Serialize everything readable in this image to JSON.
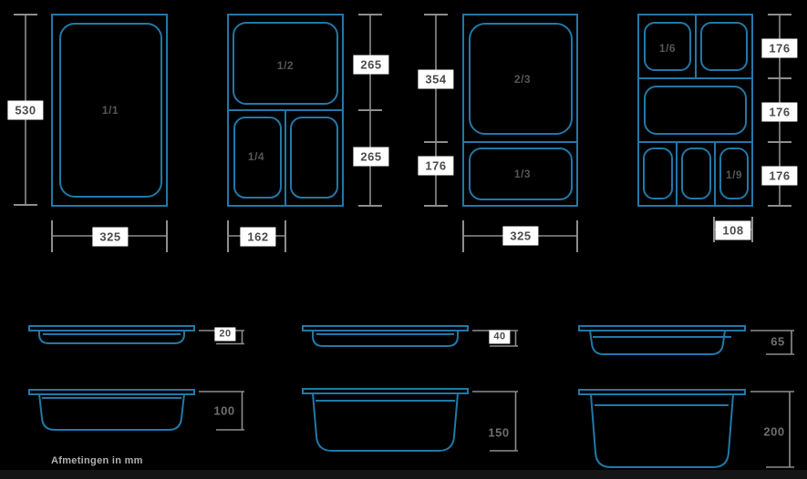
{
  "colors": {
    "background": "#000000",
    "pan_outline_blue": "#2278A8",
    "dimension_line_gray": "#8E8E8E",
    "label_box_white": "#FFFFFF",
    "label_text": "#4B4B4B",
    "pan_fraction_text": "#565656",
    "depth_label_text": "#6E6E6E",
    "footer_text": "#B2B2B2"
  },
  "top_views": {
    "full": {
      "pan_label": "1/1",
      "height": "530",
      "width": "325"
    },
    "half_quarter": {
      "pan_label_half": "1/2",
      "pan_label_quarter": "1/4",
      "heights": [
        "265",
        "265"
      ],
      "width": "162"
    },
    "two_thirds_third": {
      "pan_label_two_thirds": "2/3",
      "pan_label_third": "1/3",
      "heights": [
        "354",
        "176"
      ],
      "width": "325"
    },
    "sixth_ninth": {
      "pan_label_sixth": "1/6",
      "pan_label_ninth": "1/9",
      "heights": [
        "176",
        "176",
        "176"
      ],
      "width": "108"
    }
  },
  "side_views": {
    "depths": [
      "20",
      "40",
      "65",
      "100",
      "150",
      "200"
    ]
  },
  "footer": {
    "note": "Afmetingen in mm"
  }
}
